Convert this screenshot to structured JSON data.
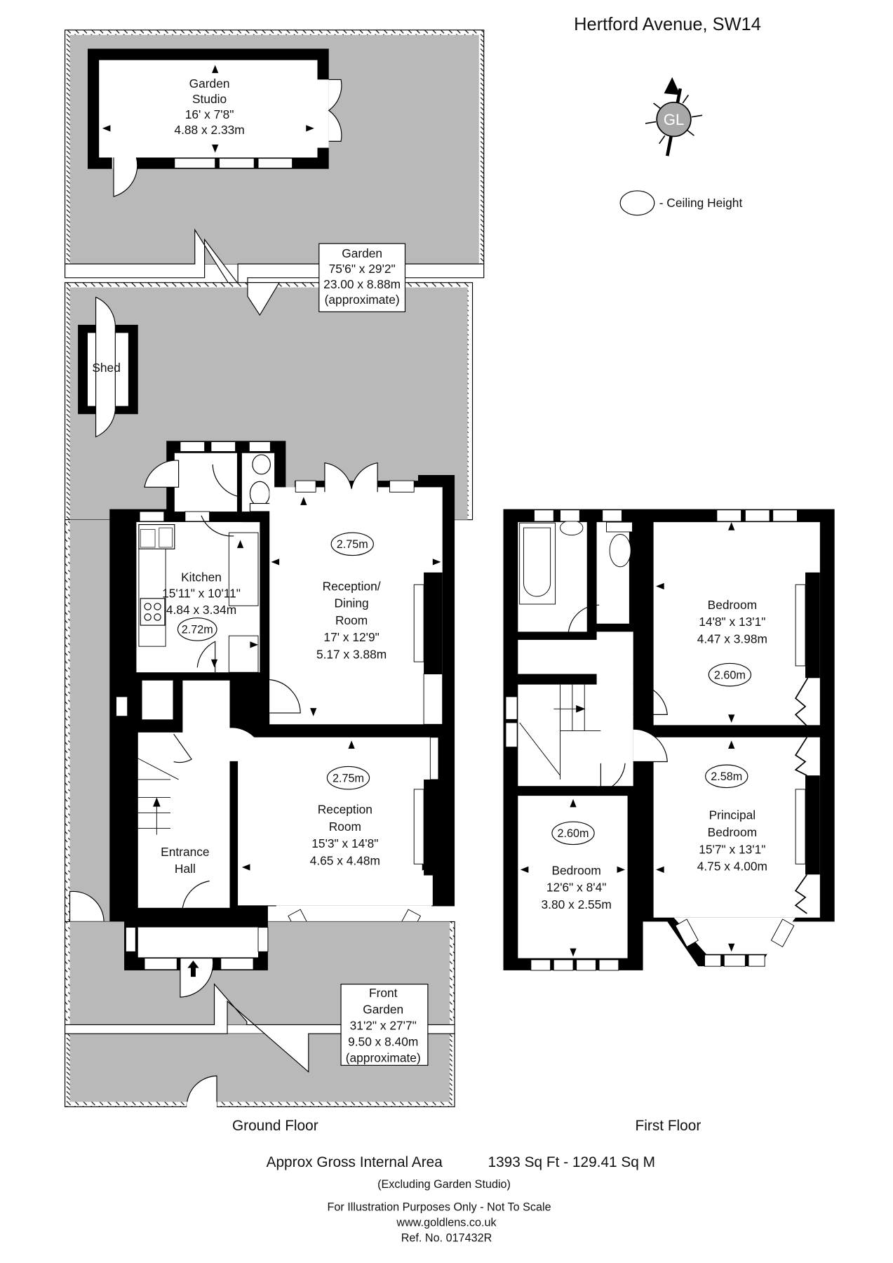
{
  "header": {
    "address": "Hertford Avenue, SW14"
  },
  "compass": {
    "logo_text": "GL",
    "direction": "north-arrow"
  },
  "legend": {
    "ceiling_height_label": "- Ceiling Height"
  },
  "colors": {
    "garden_fill": "#b9b9b9",
    "wall": "#000000",
    "room_fill": "#ffffff",
    "compass_fill": "#a8a8a8"
  },
  "ground_floor": {
    "label": "Ground Floor",
    "rooms": {
      "garden_studio": {
        "name_line1": "Garden",
        "name_line2": "Studio",
        "imperial": "16' x 7'8\"",
        "metric": "4.88 x 2.33m"
      },
      "garden": {
        "name": "Garden",
        "imperial": "75'6\" x 29'2\"",
        "metric": "23.00 x 8.88m",
        "note": "(approximate)"
      },
      "shed": {
        "name": "Shed"
      },
      "kitchen": {
        "name": "Kitchen",
        "imperial": "15'11\" x 10'11\"",
        "metric": "4.84 x 3.34m",
        "ceiling": "2.72m"
      },
      "reception_dining": {
        "name_line1": "Reception/",
        "name_line2": "Dining",
        "name_line3": "Room",
        "imperial": "17' x 12'9\"",
        "metric": "5.17 x 3.88m",
        "ceiling": "2.75m"
      },
      "reception": {
        "name_line1": "Reception",
        "name_line2": "Room",
        "imperial": "15'3\" x 14'8\"",
        "metric": "4.65 x 4.48m",
        "ceiling": "2.75m"
      },
      "entrance_hall": {
        "name_line1": "Entrance",
        "name_line2": "Hall"
      },
      "front_garden": {
        "name_line1": "Front",
        "name_line2": "Garden",
        "imperial": "31'2\" x 27'7\"",
        "metric": "9.50 x 8.40m",
        "note": "(approximate)"
      }
    }
  },
  "first_floor": {
    "label": "First Floor",
    "rooms": {
      "bedroom_rear": {
        "name": "Bedroom",
        "imperial": "14'8\" x 13'1\"",
        "metric": "4.47 x 3.98m",
        "ceiling": "2.60m"
      },
      "principal_bedroom": {
        "name_line1": "Principal",
        "name_line2": "Bedroom",
        "imperial": "15'7\" x 13'1\"",
        "metric": "4.75 x 4.00m",
        "ceiling": "2.58m"
      },
      "bedroom_front": {
        "name": "Bedroom",
        "imperial": "12'6\" x 8'4\"",
        "metric": "3.80 x 2.55m",
        "ceiling": "2.60m"
      }
    }
  },
  "footer": {
    "area_label": "Approx Gross Internal Area",
    "area_value": "1393 Sq Ft  - 129.41 Sq M",
    "area_note": "(Excluding Garden Studio)",
    "disclaimer": "For Illustration Purposes Only - Not To Scale",
    "website": "www.goldlens.co.uk",
    "reference": "Ref. No. 017432R"
  }
}
